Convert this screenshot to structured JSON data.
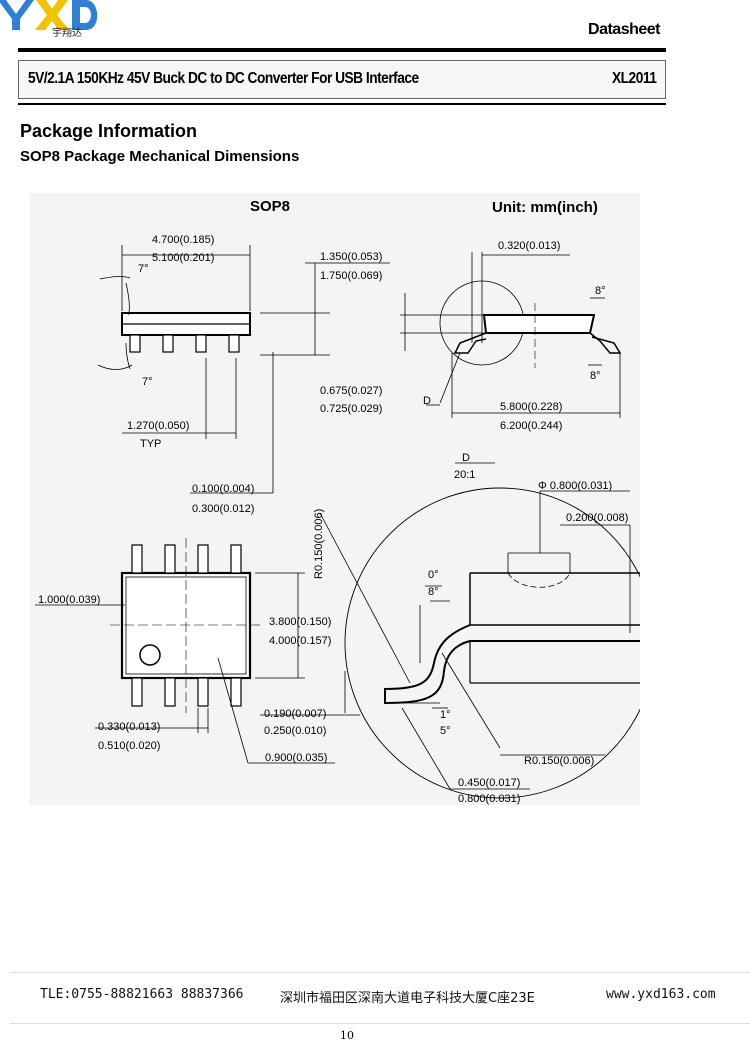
{
  "header": {
    "logo_letters": "YXD",
    "logo_cn": "宇翔达",
    "doc_type": "Datasheet",
    "product_title": "5V/2.1A 150KHz 45V Buck DC to DC Converter For USB Interface",
    "part_number": "XL2011"
  },
  "section": {
    "title": "Package Information",
    "subtitle": "SOP8 Package Mechanical Dimensions"
  },
  "drawing": {
    "package_name": "SOP8",
    "unit": "Unit: mm(inch)",
    "dims": {
      "len_min": "4.700(0.185)",
      "len_max": "5.100(0.201)",
      "h_min": "1.350(0.053)",
      "h_max": "1.750(0.069)",
      "lead_t": "0.320(0.013)",
      "angle_top": "7°",
      "angle_bot": "7°",
      "angle_r1": "8°",
      "angle_r2": "8°",
      "stand_min": "0.675(0.027)",
      "stand_max": "0.725(0.029)",
      "detail_d": "D",
      "w_min": "5.800(0.228)",
      "w_max": "6.200(0.244)",
      "pitch": "1.270(0.050)",
      "pitch_typ": "TYP",
      "off_min": "0.100(0.004)",
      "off_max": "0.300(0.012)",
      "detail_label": "D",
      "detail_scale": "20:1",
      "phi": "Φ 0.800(0.031)",
      "dim_02": "0.200(0.008)",
      "radius_top": "R0.150(0.006)",
      "pin1_dim": "1.000(0.039)",
      "body_w_min": "3.800(0.150)",
      "body_w_max": "4.000(0.157)",
      "ang0": "0°",
      "ang8": "8°",
      "lead_w_min": "0.330(0.013)",
      "lead_w_max": "0.510(0.020)",
      "thk_min": "0.190(0.007)",
      "thk_max": "0.250(0.010)",
      "ang1": "1°",
      "ang5": "5°",
      "dim_09": "0.900(0.035)",
      "radius_bot": "R0.150(0.006)",
      "foot_min": "0.450(0.017)",
      "foot_max": "0.800(0.031)"
    }
  },
  "footer": {
    "phone": "TLE:0755-88821663  88837366",
    "address": "深圳市福田区深南大道电子科技大厦C座23E",
    "website": "www.yxd163.com",
    "page": "10"
  },
  "colors": {
    "logo_blue": "#2f7fd6",
    "logo_yellow": "#f2c200"
  }
}
